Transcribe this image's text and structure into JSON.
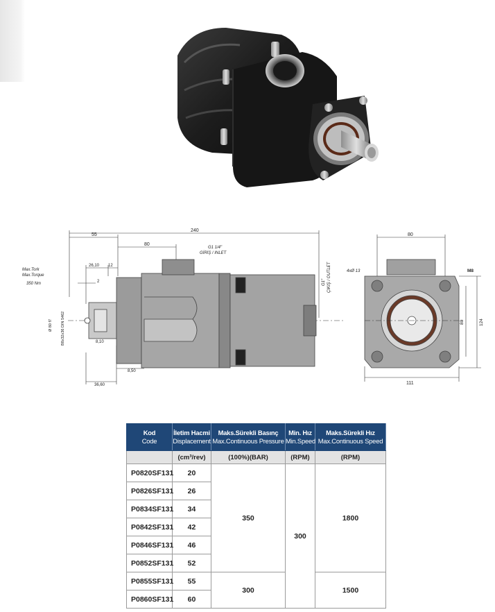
{
  "drawing": {
    "dim_overall": "240",
    "dim_shaft_len": "55",
    "dim_inlet_pos": "80",
    "dim_26": "26,10",
    "dim_12": "12",
    "dim_2": "2",
    "dim_810": "8,10",
    "dim_850": "8,50",
    "dim_3660": "36,60",
    "max_tork": "Max.Tork",
    "max_torque": "Max.Torque",
    "torque_value": "350 Nm",
    "spline": "B8x32x36 DIN 5462",
    "pilot_dia": "Ø 80 f7",
    "inlet_g": "G1 1/4\"",
    "inlet_label": "GİRİŞ / INLET",
    "outlet_g": "G1\"",
    "outlet_label": "ÇIKIŞ / OUTLET",
    "holes": "4xØ 13",
    "thread": "M8",
    "front_width_top": "80",
    "front_height_inner": "80",
    "front_height": "124",
    "front_width": "111"
  },
  "table": {
    "headers": [
      {
        "tr": "Kod",
        "en": "Code"
      },
      {
        "tr": "İletim Hacmi",
        "en": "Displacement"
      },
      {
        "tr": "Maks.Sürekli Basınç",
        "en": "Max.Continuous Pressure"
      },
      {
        "tr": "Min. Hız",
        "en": "Min.Speed"
      },
      {
        "tr": "Maks.Sürekli Hız",
        "en": "Max.Continuous Speed"
      }
    ],
    "units": [
      "",
      "(cm³/rev)",
      "(100%)(BAR)",
      "(RPM)",
      "(RPM)"
    ],
    "rows": [
      {
        "code": "P0820SF131",
        "disp": "20"
      },
      {
        "code": "P0826SF131",
        "disp": "26"
      },
      {
        "code": "P0834SF131",
        "disp": "34"
      },
      {
        "code": "P0842SF131",
        "disp": "42"
      },
      {
        "code": "P0846SF131",
        "disp": "46"
      },
      {
        "code": "P0852SF131",
        "disp": "52"
      },
      {
        "code": "P0855SF131",
        "disp": "55"
      },
      {
        "code": "P0860SF131",
        "disp": "60"
      }
    ],
    "pressure_group1": "350",
    "pressure_group2": "300",
    "min_speed": "300",
    "max_speed_group1": "1800",
    "max_speed_group2": "1500"
  }
}
